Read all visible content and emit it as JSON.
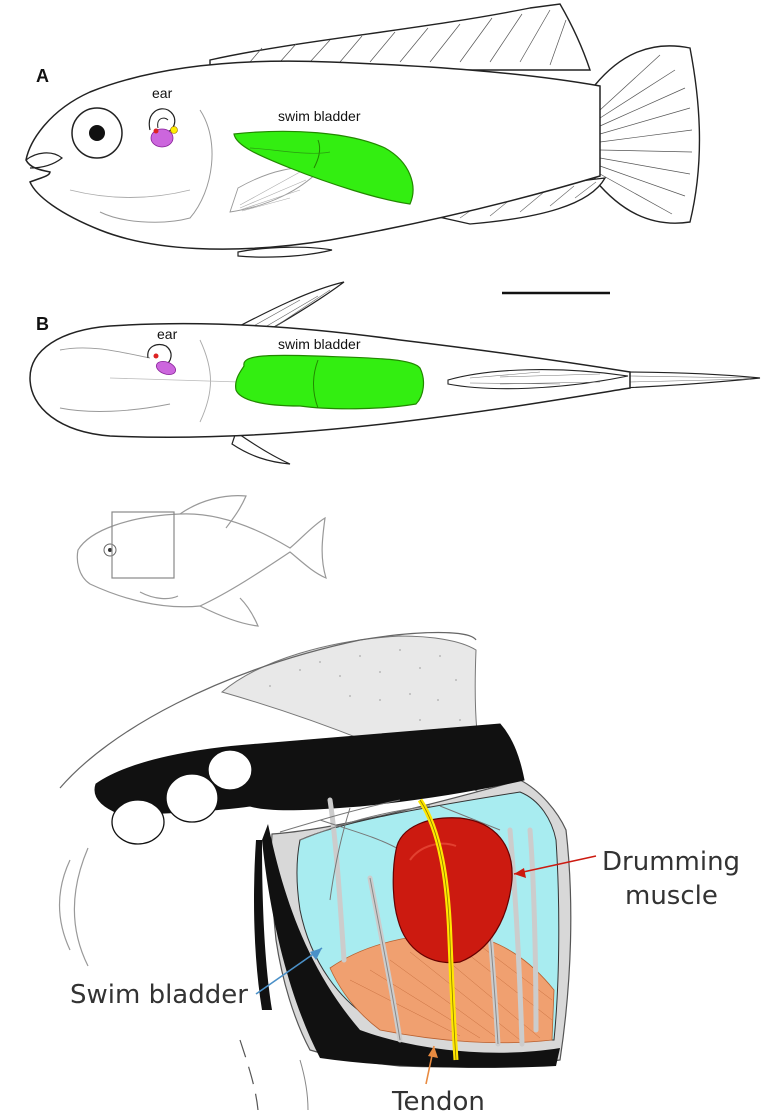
{
  "panel_a": {
    "letter": "A",
    "ear_label": "ear",
    "swim_bladder_label": "swim bladder"
  },
  "panel_b": {
    "letter": "B",
    "ear_label": "ear",
    "swim_bladder_label": "swim bladder"
  },
  "panel_c": {
    "drumming_label_line1": "Drumming",
    "drumming_label_line2": "muscle",
    "swim_bladder_label": "Swim bladder",
    "tendon_label": "Tendon"
  },
  "colors": {
    "swim_bladder_green": "#33ee11",
    "ear_purple": "#cc66dd",
    "ear_yellow": "#ffee00",
    "bladder_cyan": "#a8ecf0",
    "muscle_red": "#cc1a10",
    "orange_fan": "#f0a070",
    "tendon_yellow": "#ffe600"
  }
}
